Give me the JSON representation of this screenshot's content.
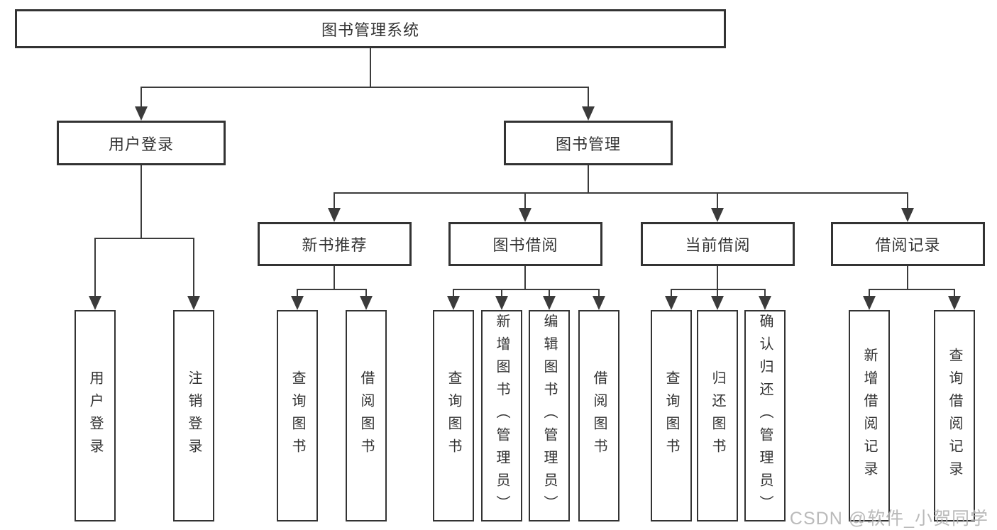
{
  "diagram": {
    "title": "图书管理系统",
    "level2": {
      "user_login": "用户登录",
      "book_mgmt": "图书管理"
    },
    "level3": {
      "new_book_rec": "新书推荐",
      "book_borrow": "图书借阅",
      "current_borrow": "当前借阅",
      "borrow_records": "借阅记录"
    },
    "leaves": {
      "user_login": [
        "用户登录",
        "注销登录"
      ],
      "new_book_rec": [
        "查询图书",
        "借阅图书"
      ],
      "book_borrow": [
        "查询图书",
        "新增图书（管理员）",
        "编辑图书（管理员）",
        "借阅图书"
      ],
      "current_borrow": [
        "查询图书",
        "归还图书",
        "确认归还（管理员）"
      ],
      "borrow_records": [
        "新增借阅记录",
        "查询借阅记录"
      ]
    }
  },
  "watermark": "CSDN @软件_小贺同学",
  "colors": {
    "line": "#3b3b3b",
    "box_border": "#333333",
    "text": "#333333",
    "watermark": "#b2b2b2",
    "background": "#ffffff"
  }
}
